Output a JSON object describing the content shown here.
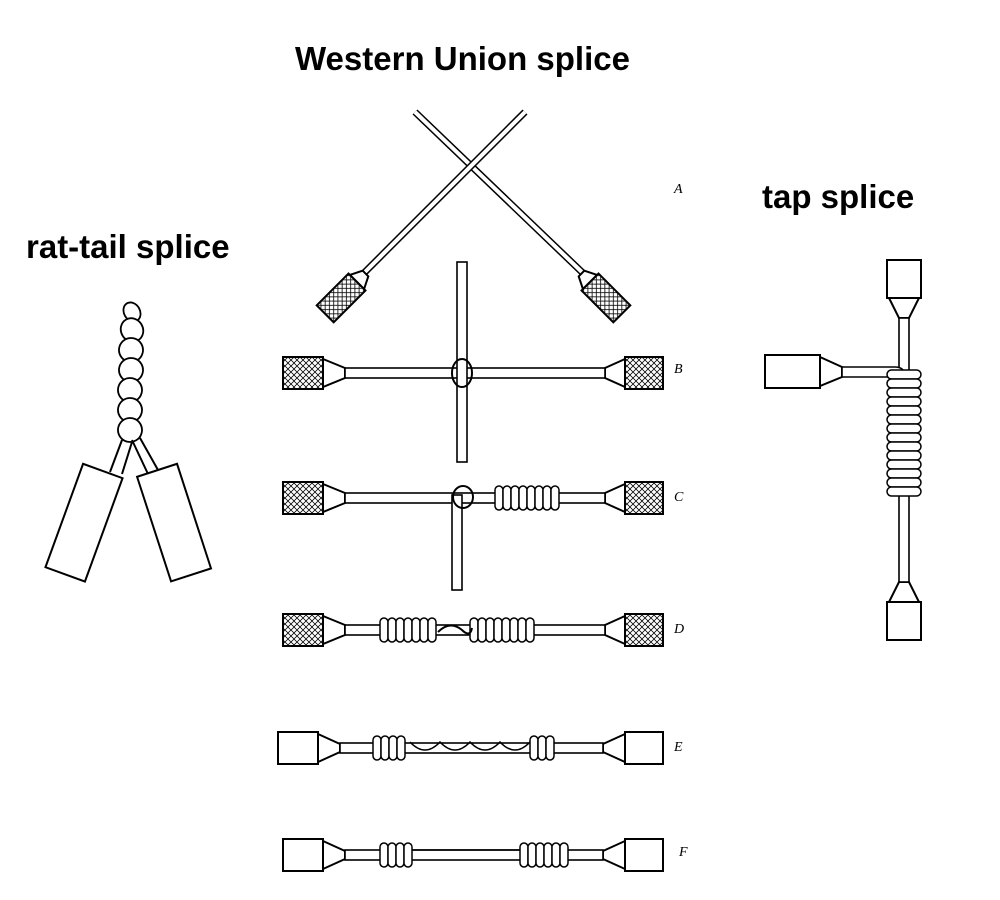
{
  "titles": {
    "western_union": "Western Union splice",
    "tap": "tap splice",
    "rat_tail": "rat-tail splice"
  },
  "step_labels": [
    "A",
    "B",
    "C",
    "D",
    "E",
    "F"
  ]
}
